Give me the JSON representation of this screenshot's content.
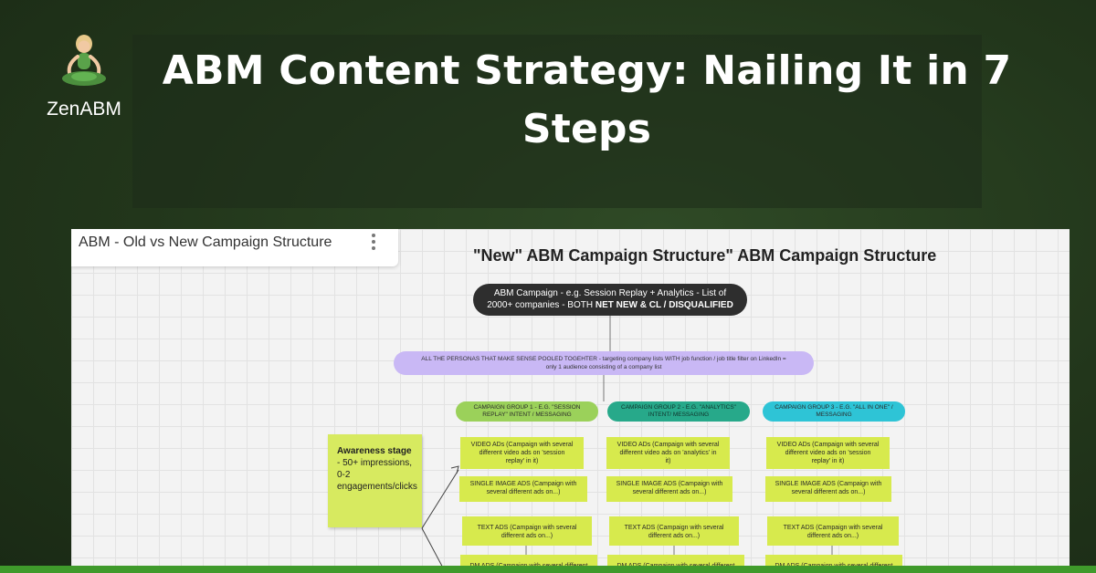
{
  "header": {
    "title": "ABM Content Strategy: Nailing It in 7 Steps",
    "logo_text": "ZenABM"
  },
  "board": {
    "header_title": "ABM - Old vs New Campaign Structure",
    "diagram_title": "\"New\" ABM Campaign Structure\" ABM Campaign Structure",
    "campaign_line1": "ABM Campaign - e.g. Session Replay + Analytics  - List of",
    "campaign_line2a": "2000+ companies - BOTH ",
    "campaign_line2b": "NET NEW & CL / DISQUALIFIED",
    "persona_line1": "ALL THE PERSONAS THAT MAKE SENSE POOLED TOGEHTER -  targeting company lists WITH job function / job title filter on LinkedIn =",
    "persona_line2": "only 1 audience consisting of a company list",
    "groups": [
      {
        "line1": "CAMPAIGN GROUP 1 - E.G. \"SESSION",
        "line2": "REPLAY\" INTENT  / MESSAGING"
      },
      {
        "line1": "CAMPAIGN GROUP 2 - E.G. \"ANALYTICS\"",
        "line2": "INTENT/ MESSAGING"
      },
      {
        "line1": "CAMPAIGN GROUP 3 - E.G. \"ALL IN ONE\" /",
        "line2": "MESSAGING"
      }
    ],
    "sticky": {
      "bold": "Awareness stage",
      "rest": " - 50+ impressions, 0-2 engagements/clicks"
    },
    "columns": [
      {
        "video": {
          "l1": "VIDEO ADs (Campaign with several",
          "l2": "different video ads on 'session",
          "l3": "replay' in it)"
        },
        "single": {
          "l1": "SINGLE IMAGE ADS (Campaign with",
          "l2": "several different ads on...)"
        },
        "text": {
          "l1": "TEXT ADS (Campaign with several",
          "l2": "different ads on...)"
        },
        "dm": {
          "l1": "DM ADS (Campaign with several different"
        }
      },
      {
        "video": {
          "l1": "VIDEO ADs (Campaign with several",
          "l2": "different video ads on 'analytics' in",
          "l3": "it)"
        },
        "single": {
          "l1": "SINGLE IMAGE ADS (Campaign with",
          "l2": "several different ads on...)"
        },
        "text": {
          "l1": "TEXT ADS (Campaign with several",
          "l2": "different ads on...)"
        },
        "dm": {
          "l1": "DM ADS (Campaign with several different"
        }
      },
      {
        "video": {
          "l1": "VIDEO ADs (Campaign with several",
          "l2": "different video ads on 'session",
          "l3": "replay' in it)"
        },
        "single": {
          "l1": "SINGLE IMAGE ADS (Campaign with",
          "l2": "several different ads on...)"
        },
        "text": {
          "l1": "TEXT ADS (Campaign with several",
          "l2": "different ads on...)"
        },
        "dm": {
          "l1": "DM ADS (Campaign with several different"
        }
      }
    ]
  },
  "colors": {
    "background": "#22361b",
    "bottom_bar": "#3f9a2b",
    "group1": "#9bd15a",
    "group2": "#27a98a",
    "group3": "#2ec4d6",
    "note": "#d7ea4d",
    "persona": "#c9b8f5"
  }
}
